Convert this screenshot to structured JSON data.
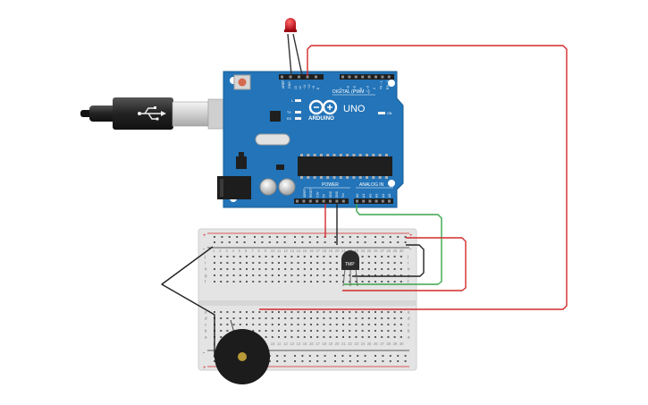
{
  "arduino": {
    "model_label": "UNO",
    "brand_label": "ARDUINO",
    "digital_header_label": "DIGITAL (PWM ~)",
    "power_label": "POWER",
    "analog_label": "ANALOG IN",
    "tx_label": "TX",
    "rx_label": "RX",
    "l_label": "L",
    "on_label": "ON",
    "aref_label": "AREF",
    "gnd_label": "GND",
    "digital_pins": [
      "13",
      "12",
      "~11",
      "~10",
      "~9",
      "8",
      "7",
      "~6",
      "~5",
      "4",
      "~3",
      "2",
      "TX→1",
      "RX←0"
    ],
    "power_pins": [
      "IOREF",
      "RESET",
      "3.3V",
      "5V",
      "GND",
      "GND",
      "Vin"
    ],
    "analog_pins": [
      "A0",
      "A1",
      "A2",
      "A3",
      "A4",
      "A5"
    ]
  },
  "sensor": {
    "label": "TMP"
  },
  "breadboard": {
    "row_letters_top": [
      "j",
      "i",
      "h",
      "g",
      "f"
    ],
    "row_letters_bottom": [
      "e",
      "d",
      "c",
      "b",
      "a"
    ],
    "rail_plus": "+",
    "rail_minus": "-",
    "columns": 30
  },
  "colors": {
    "board": "#2374b8",
    "wire_red": "#d42a2a",
    "wire_black": "#222222",
    "wire_green": "#3aa64a",
    "led": "#c8141e"
  }
}
